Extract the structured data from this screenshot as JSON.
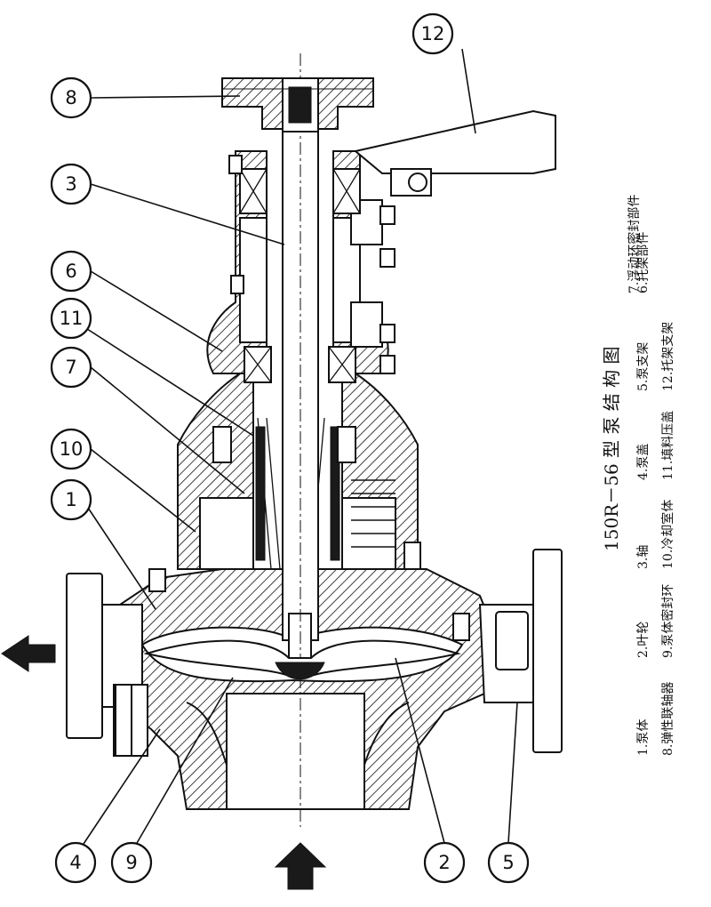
{
  "figure": {
    "title": "150R－56 型 泵 结 构 图",
    "legend_columns": [
      [
        "1.泵体",
        "8.弹性联轴器"
      ],
      [
        "2.叶轮",
        "9.泵体密封环"
      ],
      [
        "3.轴",
        "10.冷却室体"
      ],
      [
        "4.泵盖",
        "11.填料压盖"
      ],
      [
        "5.泵支架",
        "12.托架支架"
      ],
      [
        "6.托架部件",
        "7.浮动环密封部件"
      ]
    ]
  },
  "callouts": [
    "1",
    "2",
    "3",
    "4",
    "5",
    "6",
    "7",
    "8",
    "9",
    "10",
    "11",
    "12"
  ],
  "colors": {
    "ink": "#111111",
    "paper": "#ffffff"
  }
}
